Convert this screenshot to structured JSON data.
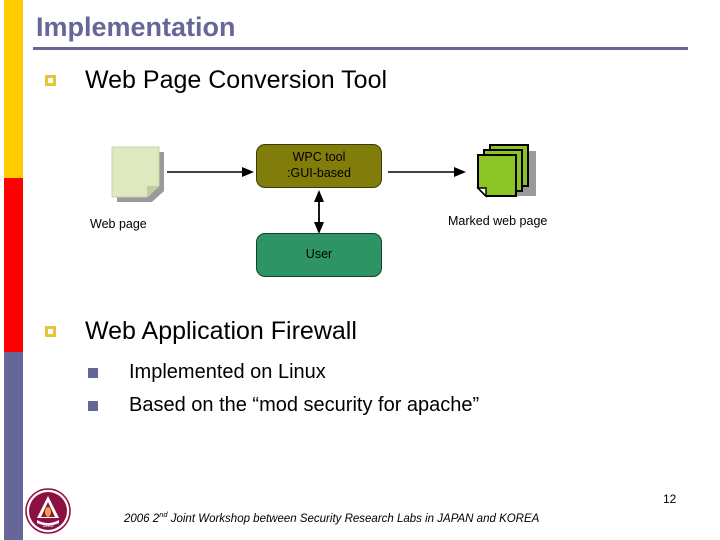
{
  "slide": {
    "title": "Implementation",
    "page_number": "12",
    "footer": "2006 2nd Joint Workshop between  Security Research Labs in JAPAN and KOREA",
    "footer_parts": {
      "before": "2006 2",
      "superscript": "nd",
      "after": " Joint Workshop between  Security Research Labs in JAPAN and KOREA"
    }
  },
  "bullets": [
    {
      "level": 1,
      "label": "Web Page Conversion Tool",
      "marker": "hollow-yellow-square"
    },
    {
      "level": 1,
      "label": "Web Application Firewall",
      "marker": "hollow-yellow-square"
    },
    {
      "level": 2,
      "label": "Implemented on Linux",
      "marker": "filled-purple-square"
    },
    {
      "level": 2,
      "label": "Based on the “mod security for apache”",
      "marker": "filled-purple-square"
    }
  ],
  "diagram": {
    "nodes": {
      "web_page": {
        "label": "Web page",
        "shape": "document-icon"
      },
      "wpc_tool": {
        "line1": "WPC tool",
        "line2": ":GUI-based",
        "shape": "rounded-box"
      },
      "marked_web_page": {
        "label": "Marked web page",
        "shape": "stacked-documents-icon"
      },
      "user": {
        "label": "User",
        "shape": "rounded-box"
      }
    },
    "arrows": [
      {
        "name": "web-page-to-wpc",
        "direction": "right"
      },
      {
        "name": "wpc-to-marked-page",
        "direction": "right"
      },
      {
        "name": "wpc-to-user",
        "direction": "both"
      }
    ]
  },
  "colors": {
    "band_yellow": "#ffcc00",
    "band_red": "#ff0000",
    "band_purple": "#666699",
    "title": "#666699",
    "wpc_box": "#807d0a",
    "user_box": "#2e9466",
    "web_page_doc": "#dfe9bf",
    "marked_page_doc": "#8cc426",
    "bullet_yellow": "#e8c33a",
    "logo_maroon": "#8c1040"
  }
}
